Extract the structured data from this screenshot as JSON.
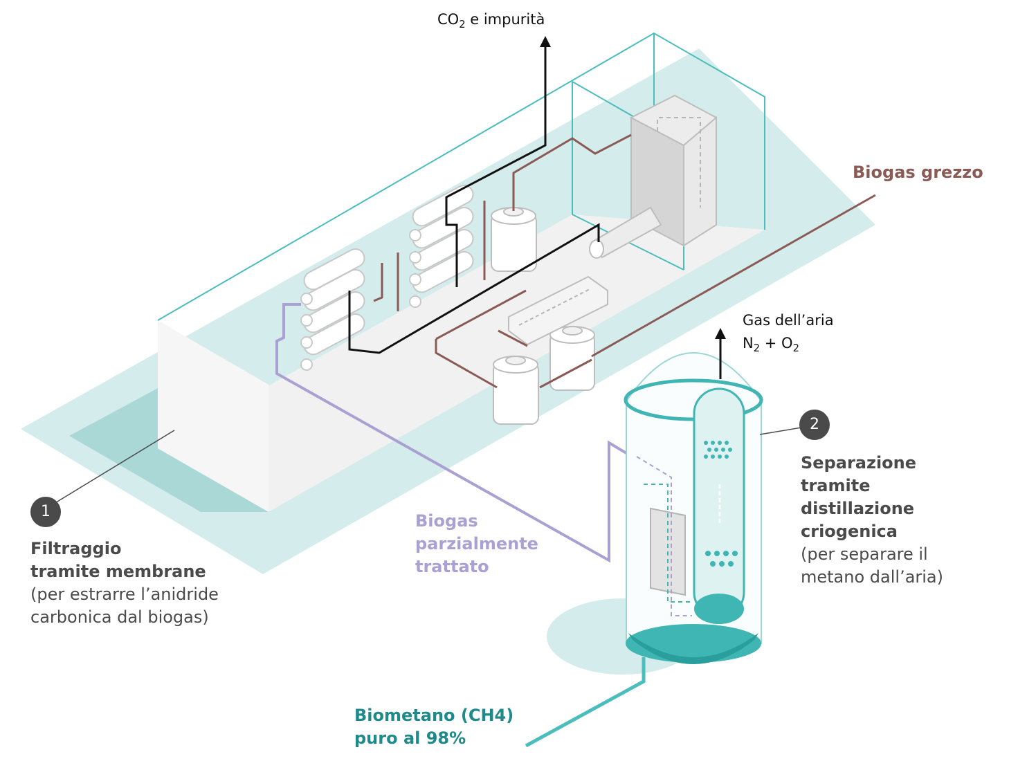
{
  "flows": {
    "co2": {
      "main": "CO",
      "sub": "2",
      "rest": " e impurità"
    },
    "raw_biogas": "Biogas grezzo",
    "air_gas": {
      "line1": "Gas dell’aria",
      "n": "N",
      "n_sub": "2",
      "plus": " + O",
      "o_sub": "2"
    },
    "partial_biogas": [
      "Biogas",
      "parzialmente",
      "trattato"
    ],
    "biomethane": [
      "Biometano (CH4)",
      "puro al 98%"
    ]
  },
  "steps": [
    {
      "number": "1",
      "title": [
        "Filtraggio",
        "tramite membrane"
      ],
      "note": [
        "(per estrarre l’anidride",
        "carbonica dal biogas)"
      ]
    },
    {
      "number": "2",
      "title": [
        "Separazione",
        "tramite",
        "distillazione",
        "criogenica"
      ],
      "note": [
        "(per separare il",
        "metano dall’aria)"
      ]
    }
  ],
  "colors": {
    "frame": "#4bbdbd",
    "shadow": "#cfe9e9",
    "shadow_dark": "#a8d9d8",
    "floor": "#f1f1f1",
    "raw_biogas": "#8a5a55",
    "waste_gas": "#111111",
    "partial_biogas": "#aaa0d2",
    "biomethane": "#1f8a8a",
    "biomethane_line": "#4bbdbd",
    "text_dark": "#4a4a4a"
  }
}
